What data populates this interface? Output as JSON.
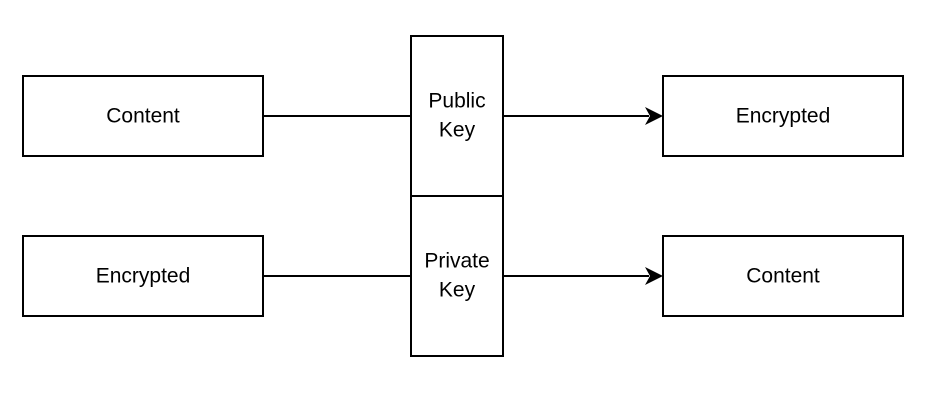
{
  "diagram": {
    "row1": {
      "input": "Content",
      "key": [
        "Public",
        "Key"
      ],
      "output": "Encrypted"
    },
    "row2": {
      "input": "Encrypted",
      "key": [
        "Private",
        "Key"
      ],
      "output": "Content"
    }
  }
}
